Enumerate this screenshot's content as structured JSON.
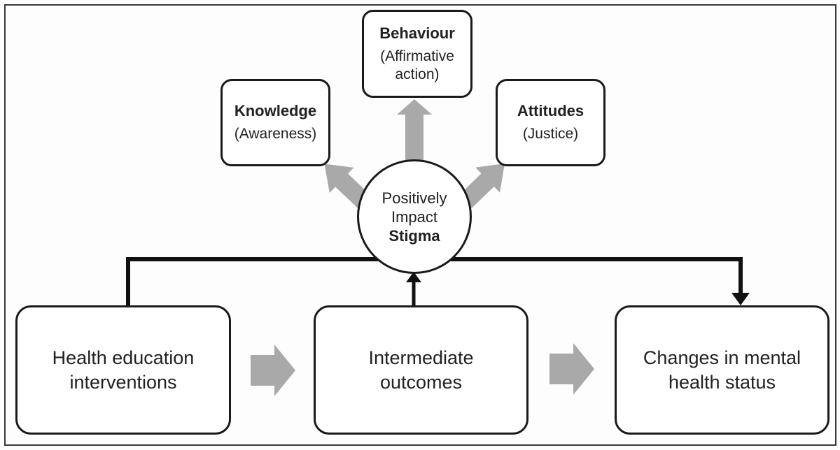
{
  "top_boxes": [
    {
      "title": "Knowledge",
      "subtitle": "(Awareness)"
    },
    {
      "title": "Behaviour",
      "subtitle": "(Affirmative action)"
    },
    {
      "title": "Attitudes",
      "subtitle": "(Justice)"
    }
  ],
  "circle": {
    "line1": "Positively",
    "line2": "Impact",
    "line3": "Stigma"
  },
  "bottom_boxes": [
    {
      "label": "Health education interventions"
    },
    {
      "label": "Intermediate outcomes"
    },
    {
      "label": "Changes in mental health status"
    }
  ],
  "colors": {
    "arrow_gray": "#a9a9a9",
    "connector_black": "#111111",
    "box_border": "#1a1a1a",
    "text": "#212121",
    "frame_border": "#3a3a3a"
  }
}
